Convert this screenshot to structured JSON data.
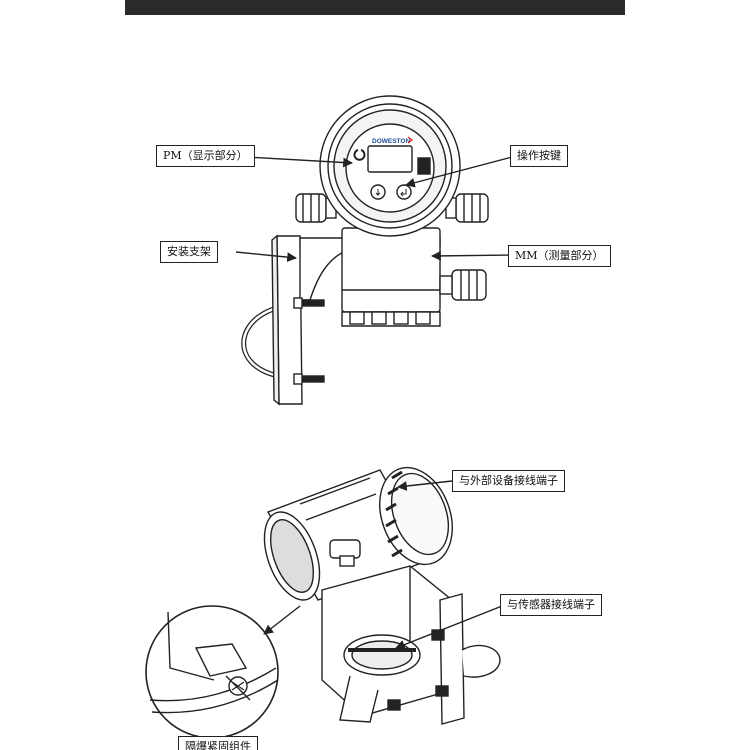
{
  "brand": {
    "logo_text": "DOWESTON"
  },
  "labels": {
    "display_part": "PM（显示部分）",
    "operation_keys": "操作按键",
    "mounting_bracket": "安装支架",
    "measuring_part": "MM（测量部分）",
    "external_terminal": "与外部设备接线端子",
    "sensor_terminal": "与传感器接线端子",
    "partition_screw": "隔爆紧固组件"
  },
  "colors": {
    "top_bar": "#2b2b2b",
    "logo_blue": "#1f4e9c",
    "logo_red": "#d4302a",
    "line": "#222222"
  }
}
